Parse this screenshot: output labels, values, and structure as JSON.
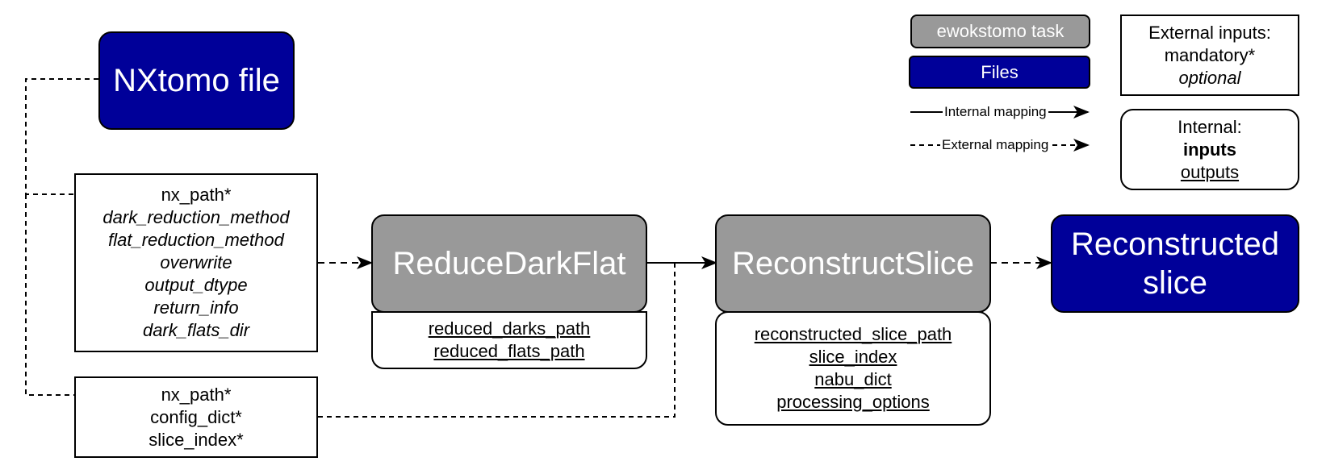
{
  "nodes": {
    "nxtomo_file": "NXtomo file",
    "reduce_task": "ReduceDarkFlat",
    "reconstruct_task": "ReconstructSlice",
    "reconstructed_slice": [
      "Reconstructed",
      "slice"
    ]
  },
  "reduce_inputs": [
    {
      "text": "nx_path*",
      "style": "mandatory"
    },
    {
      "text": "dark_reduction_method",
      "style": "optional"
    },
    {
      "text": "flat_reduction_method",
      "style": "optional"
    },
    {
      "text": "overwrite",
      "style": "optional"
    },
    {
      "text": "output_dtype",
      "style": "optional"
    },
    {
      "text": "return_info",
      "style": "optional"
    },
    {
      "text": "dark_flats_dir",
      "style": "optional"
    }
  ],
  "reconstruct_inputs": [
    {
      "text": "nx_path*",
      "style": "mandatory"
    },
    {
      "text": "config_dict*",
      "style": "mandatory"
    },
    {
      "text": "slice_index*",
      "style": "mandatory"
    }
  ],
  "reduce_outputs": [
    "reduced_darks_path",
    "reduced_flats_path"
  ],
  "reconstruct_outputs": [
    "reconstructed_slice_path",
    "slice_index",
    "nabu_dict",
    "processing_options"
  ],
  "legend": {
    "task": "ewokstomo task",
    "files": "Files",
    "internal_mapping": "Internal mapping",
    "external_mapping": "External mapping",
    "external_inputs": {
      "title": "External inputs:",
      "mandatory": "mandatory*",
      "optional": "optional"
    },
    "internal": {
      "title": "Internal:",
      "inputs": "inputs",
      "outputs": "outputs"
    }
  },
  "colors": {
    "file": "#000099",
    "task": "#999999",
    "line": "#000000"
  }
}
